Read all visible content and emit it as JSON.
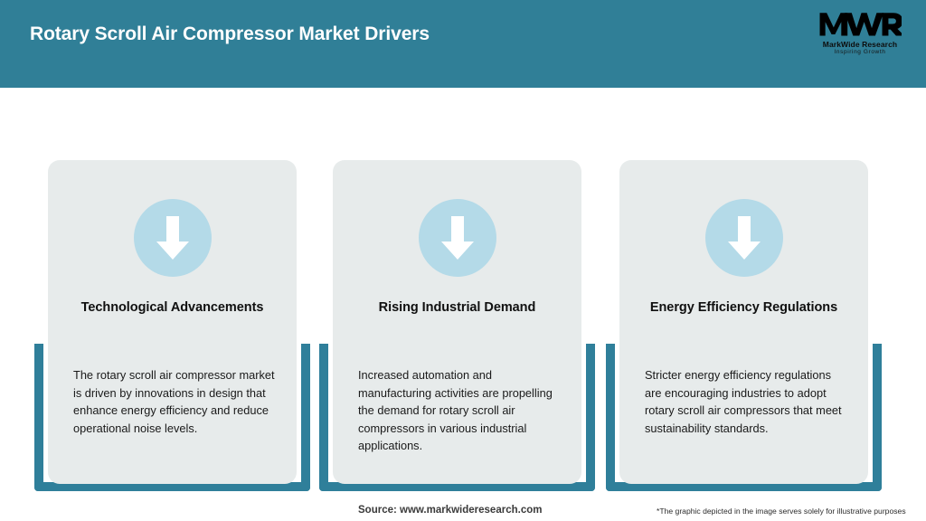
{
  "header": {
    "title": "Rotary Scroll Air Compressor Market Drivers",
    "bg_color": "#307f97",
    "title_color": "#ffffff"
  },
  "logo": {
    "mark": "MWR",
    "name": "MarkWide Research",
    "tagline": "Inspiring Growth"
  },
  "theme": {
    "accent_teal": "#2f7f9a",
    "card_bg": "#e7ebeb",
    "badge_bg": "#b4dae8",
    "arrow_color": "#ffffff",
    "page_bg": "#ffffff"
  },
  "cards": [
    {
      "icon": "arrow-down-icon",
      "title": "Technological Advancements",
      "body": "The rotary scroll air compressor market is driven by innovations in design that enhance energy efficiency and reduce operational noise levels."
    },
    {
      "icon": "arrow-down-icon",
      "title": "Rising Industrial Demand",
      "body": "Increased automation and manufacturing activities are propelling the demand for rotary scroll air compressors in various industrial applications."
    },
    {
      "icon": "arrow-down-icon",
      "title": "Energy Efficiency Regulations",
      "body": "Stricter energy efficiency regulations are encouraging industries to adopt rotary scroll air compressors that meet sustainability standards."
    }
  ],
  "footer": {
    "source": "Source: www.markwideresearch.com",
    "note": "*The graphic depicted in the image serves solely for illustrative purposes"
  }
}
